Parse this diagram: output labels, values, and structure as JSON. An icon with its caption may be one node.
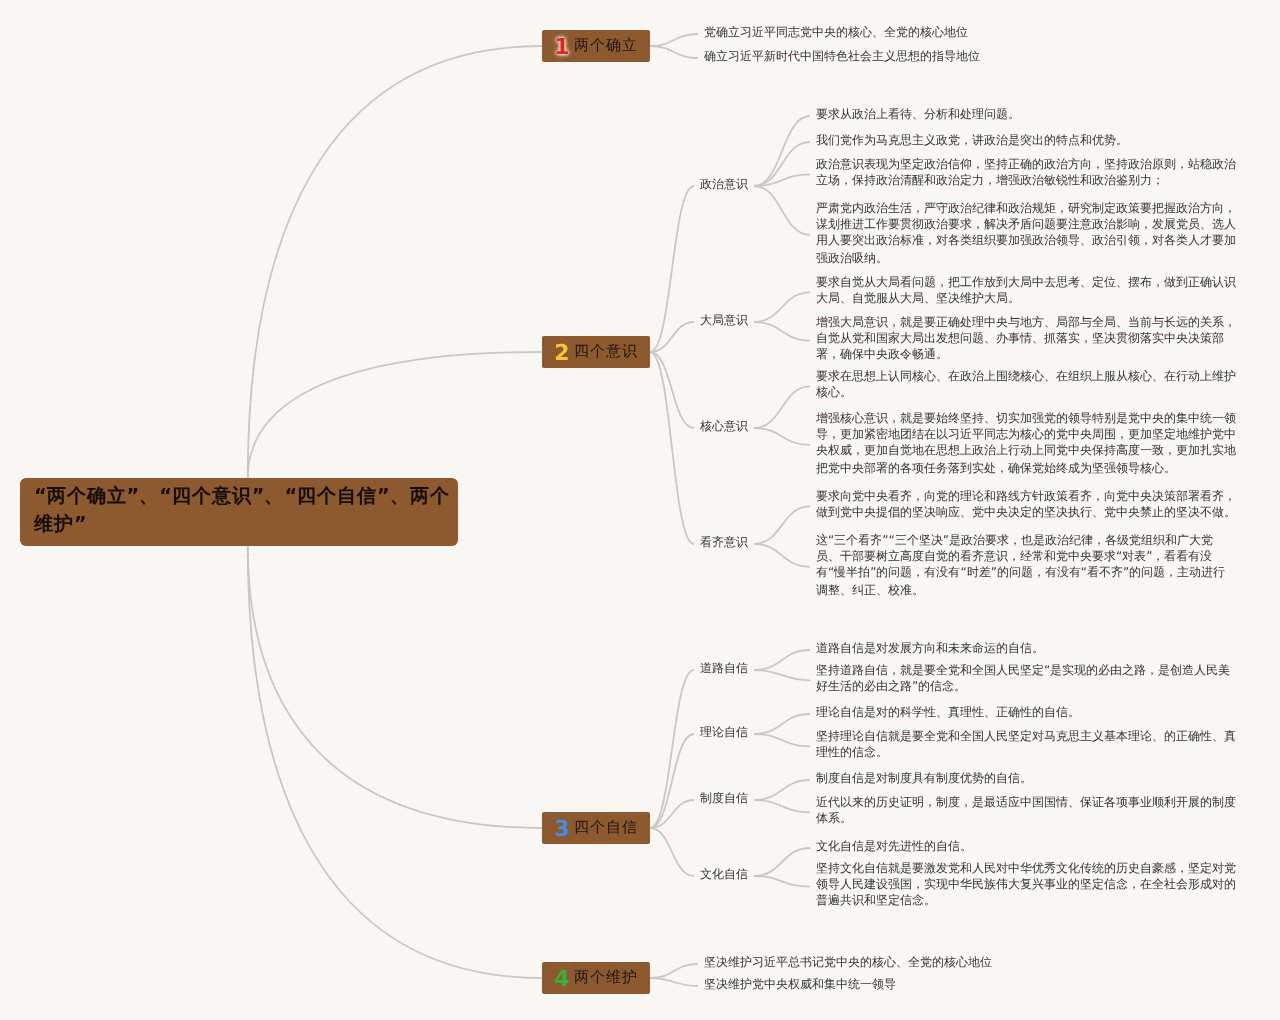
{
  "diagram": {
    "nodes": [
      {
        "text": [
          "“两个确立”、“四个意识”、“四个自信”、两个维护”"
        ]
      },
      {
        "text": [
          "1",
          "两个确立"
        ]
      },
      {
        "text": [
          "党确立习近平同志党中央的核心、全党的核心地位"
        ]
      },
      {
        "text": [
          "确立习近平新时代中国特色社会主义思想的指导地位"
        ]
      },
      {
        "text": [
          "2",
          "四个意识"
        ]
      },
      {
        "text": [
          "政治意识"
        ]
      },
      {
        "text": [
          "要求从政治上看待、分析和处理问题。"
        ]
      },
      {
        "text": [
          "我们党作为马克思主义政党，讲政治是突出的特点和优势。"
        ]
      },
      {
        "text": [
          "政治意识表现为坚定政治信仰，坚持正确的政治方向，坚持政治原则，站稳政治立场，保持政治清醒和政治定力，增强政治敏锐性和政治鉴别力；"
        ]
      },
      {
        "text": [
          "严肃党内政治生活，严守政治纪律和政治规矩，研究制定政策要把握政治方向，谋划推进工作要贯彻政治要求，解决矛盾问题要注意政治影响，发展党员、选人用人要突出政治标准，对各类组织要加强政治领导、政治引领，对各类人才要加强政治吸纳。"
        ]
      },
      {
        "text": [
          "大局意识"
        ]
      },
      {
        "text": [
          "要求自觉从大局看问题，把工作放到大局中去思考、定位、摆布，做到正确认识大局、自觉服从大局、坚决维护大局。"
        ]
      },
      {
        "text": [
          "增强大局意识，就是要正确处理中央与地方、局部与全局、当前与长远的关系，自觉从党和国家大局出发想问题、办事情、抓落实，坚决贯彻落实中央决策部署，确保中央政令畅通。"
        ]
      },
      {
        "text": [
          "核心意识"
        ]
      },
      {
        "text": [
          "要求在思想上认同核心、在政治上围绕核心、在组织上服从核心、在行动上维护核心。"
        ]
      },
      {
        "text": [
          "增强核心意识，就是要始终坚持、切实加强党的领导特别是党中央的集中统一领导，更加紧密地团结在以习近平同志为核心的党中央周围，更加坚定地维护党中央权威，更加自觉地在思想上政治上行动上同党中央保持高度一致，更加扎实地把党中央部署的各项任务落到实处，确保党始终成为坚强领导核心。"
        ]
      },
      {
        "text": [
          "看齐意识"
        ]
      },
      {
        "text": [
          "要求向党中央看齐，向党的理论和路线方针政策看齐，向党中央决策部署看齐，做到党中央提倡的坚决响应、党中央决定的坚决执行、党中央禁止的坚决不做。"
        ]
      },
      {
        "text": [
          "这“三个看齐”“三个坚决”是政治要求，也是政治纪律，各级党组织和广大党员、干部要树立高度自觉的看齐意识，经常和党中央要求“对表”，看看有没有“慢半拍”的问题，有没有“时差”的问题，有没有“看不齐”的问题，主动进行调整、纠正、校准。"
        ]
      },
      {
        "text": [
          "3",
          "四个自信"
        ]
      },
      {
        "text": [
          "道路自信"
        ]
      },
      {
        "text": [
          "道路自信是对发展方向和未来命运的自信。"
        ]
      },
      {
        "text": [
          "坚持道路自信，就是要全党和全国人民坚定“是实现的必由之路，是创造人民美好生活的必由之路”的信念。"
        ]
      },
      {
        "text": [
          "理论自信"
        ]
      },
      {
        "text": [
          "理论自信是对的科学性、真理性、正确性的自信。"
        ]
      },
      {
        "text": [
          "坚持理论自信就是要全党和全国人民坚定对马克思主义基本理论、的正确性、真理性的信念。"
        ]
      },
      {
        "text": [
          "制度自信"
        ]
      },
      {
        "text": [
          "制度自信是对制度具有制度优势的自信。"
        ]
      },
      {
        "text": [
          "近代以来的历史证明，制度，是最适应中国国情、保证各项事业顺利开展的制度体系。"
        ]
      },
      {
        "text": [
          "文化自信"
        ]
      },
      {
        "text": [
          "文化自信是对先进性的自信。"
        ]
      },
      {
        "text": [
          "坚持文化自信就是要激发党和人民对中华优秀文化传统的历史自豪感，坚定对党领导人民建设强国，实现中华民族伟大复兴事业的坚定信念，在全社会形成对的普遍共识和坚定信念。"
        ]
      },
      {
        "text": [
          "4",
          "两个维护"
        ]
      },
      {
        "text": [
          "坚决维护习近平总书记党中央的核心、全党的核心地位"
        ]
      },
      {
        "text": [
          "坚决维护党中央权威和集中统一领导"
        ]
      }
    ],
    "edges": [
      {
        "from": 0,
        "to": 1,
        "arrow": "none"
      },
      {
        "from": 1,
        "to": 2,
        "arrow": "none"
      },
      {
        "from": 1,
        "to": 3,
        "arrow": "none"
      },
      {
        "from": 0,
        "to": 4,
        "arrow": "none"
      },
      {
        "from": 4,
        "to": 5,
        "arrow": "none"
      },
      {
        "from": 5,
        "to": 6,
        "arrow": "none"
      },
      {
        "from": 5,
        "to": 7,
        "arrow": "none"
      },
      {
        "from": 5,
        "to": 8,
        "arrow": "none"
      },
      {
        "from": 5,
        "to": 9,
        "arrow": "none"
      },
      {
        "from": 4,
        "to": 10,
        "arrow": "none"
      },
      {
        "from": 10,
        "to": 11,
        "arrow": "none"
      },
      {
        "from": 10,
        "to": 12,
        "arrow": "none"
      },
      {
        "from": 4,
        "to": 13,
        "arrow": "none"
      },
      {
        "from": 13,
        "to": 14,
        "arrow": "none"
      },
      {
        "from": 13,
        "to": 15,
        "arrow": "none"
      },
      {
        "from": 4,
        "to": 16,
        "arrow": "none"
      },
      {
        "from": 16,
        "to": 17,
        "arrow": "none"
      },
      {
        "from": 16,
        "to": 18,
        "arrow": "none"
      },
      {
        "from": 0,
        "to": 19,
        "arrow": "none"
      },
      {
        "from": 19,
        "to": 20,
        "arrow": "none"
      },
      {
        "from": 20,
        "to": 21,
        "arrow": "none"
      },
      {
        "from": 20,
        "to": 22,
        "arrow": "none"
      },
      {
        "from": 19,
        "to": 23,
        "arrow": "none"
      },
      {
        "from": 23,
        "to": 24,
        "arrow": "none"
      },
      {
        "from": 23,
        "to": 25,
        "arrow": "none"
      },
      {
        "from": 19,
        "to": 26,
        "arrow": "none"
      },
      {
        "from": 26,
        "to": 27,
        "arrow": "none"
      },
      {
        "from": 26,
        "to": 28,
        "arrow": "none"
      },
      {
        "from": 19,
        "to": 29,
        "arrow": "none"
      },
      {
        "from": 29,
        "to": 30,
        "arrow": "none"
      },
      {
        "from": 29,
        "to": 31,
        "arrow": "none"
      },
      {
        "from": 0,
        "to": 32,
        "arrow": "none"
      },
      {
        "from": 32,
        "to": 33,
        "arrow": "none"
      },
      {
        "from": 32,
        "to": 34,
        "arrow": "none"
      }
    ]
  }
}
